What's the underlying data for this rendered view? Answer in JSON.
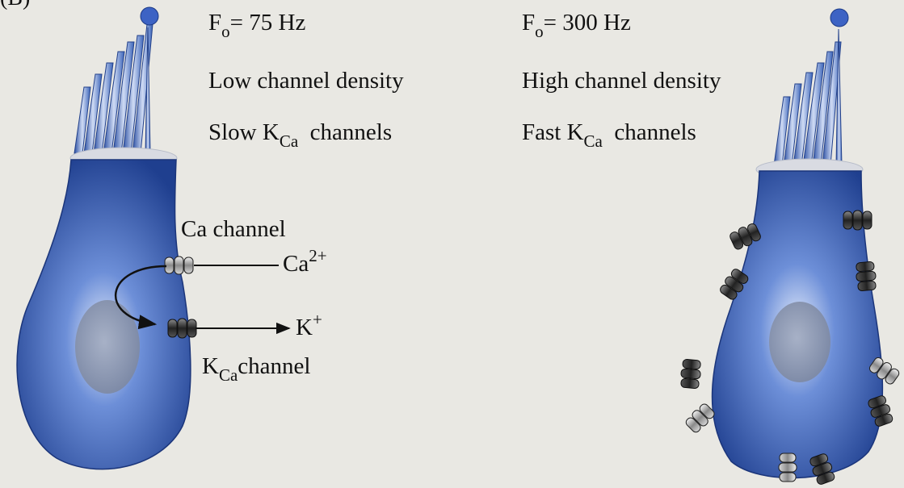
{
  "panel_label": "(B)",
  "left": {
    "frequency": {
      "prefix": "F",
      "sub": "o",
      "value": "= 75 Hz"
    },
    "density": "Low channel density",
    "kinetics": {
      "prefix": "Slow K",
      "sub": "Ca",
      "suffix": "channels"
    },
    "ca_channel_label": "Ca channel",
    "ca_ion": {
      "base": "Ca",
      "sup": "2+"
    },
    "k_ion": {
      "base": "K",
      "sup": "+"
    },
    "kca_channel_label": {
      "base": "K",
      "sub": "Ca",
      "suffix": "channel"
    }
  },
  "right": {
    "frequency": {
      "prefix": "F",
      "sub": "o",
      "value": "= 300 Hz"
    },
    "density": "High channel density",
    "kinetics": {
      "prefix": "Fast K",
      "sub": "Ca",
      "suffix": "channels"
    }
  },
  "colors": {
    "background": "#e9e8e3",
    "cell_dark": "#1f3f8f",
    "cell_light": "#dfe8fb",
    "nucleus": "#8a95ad",
    "channel_dark": "#2a2a2a",
    "channel_light": "#cfcfcf",
    "stereocilia": "#3a63b8"
  }
}
